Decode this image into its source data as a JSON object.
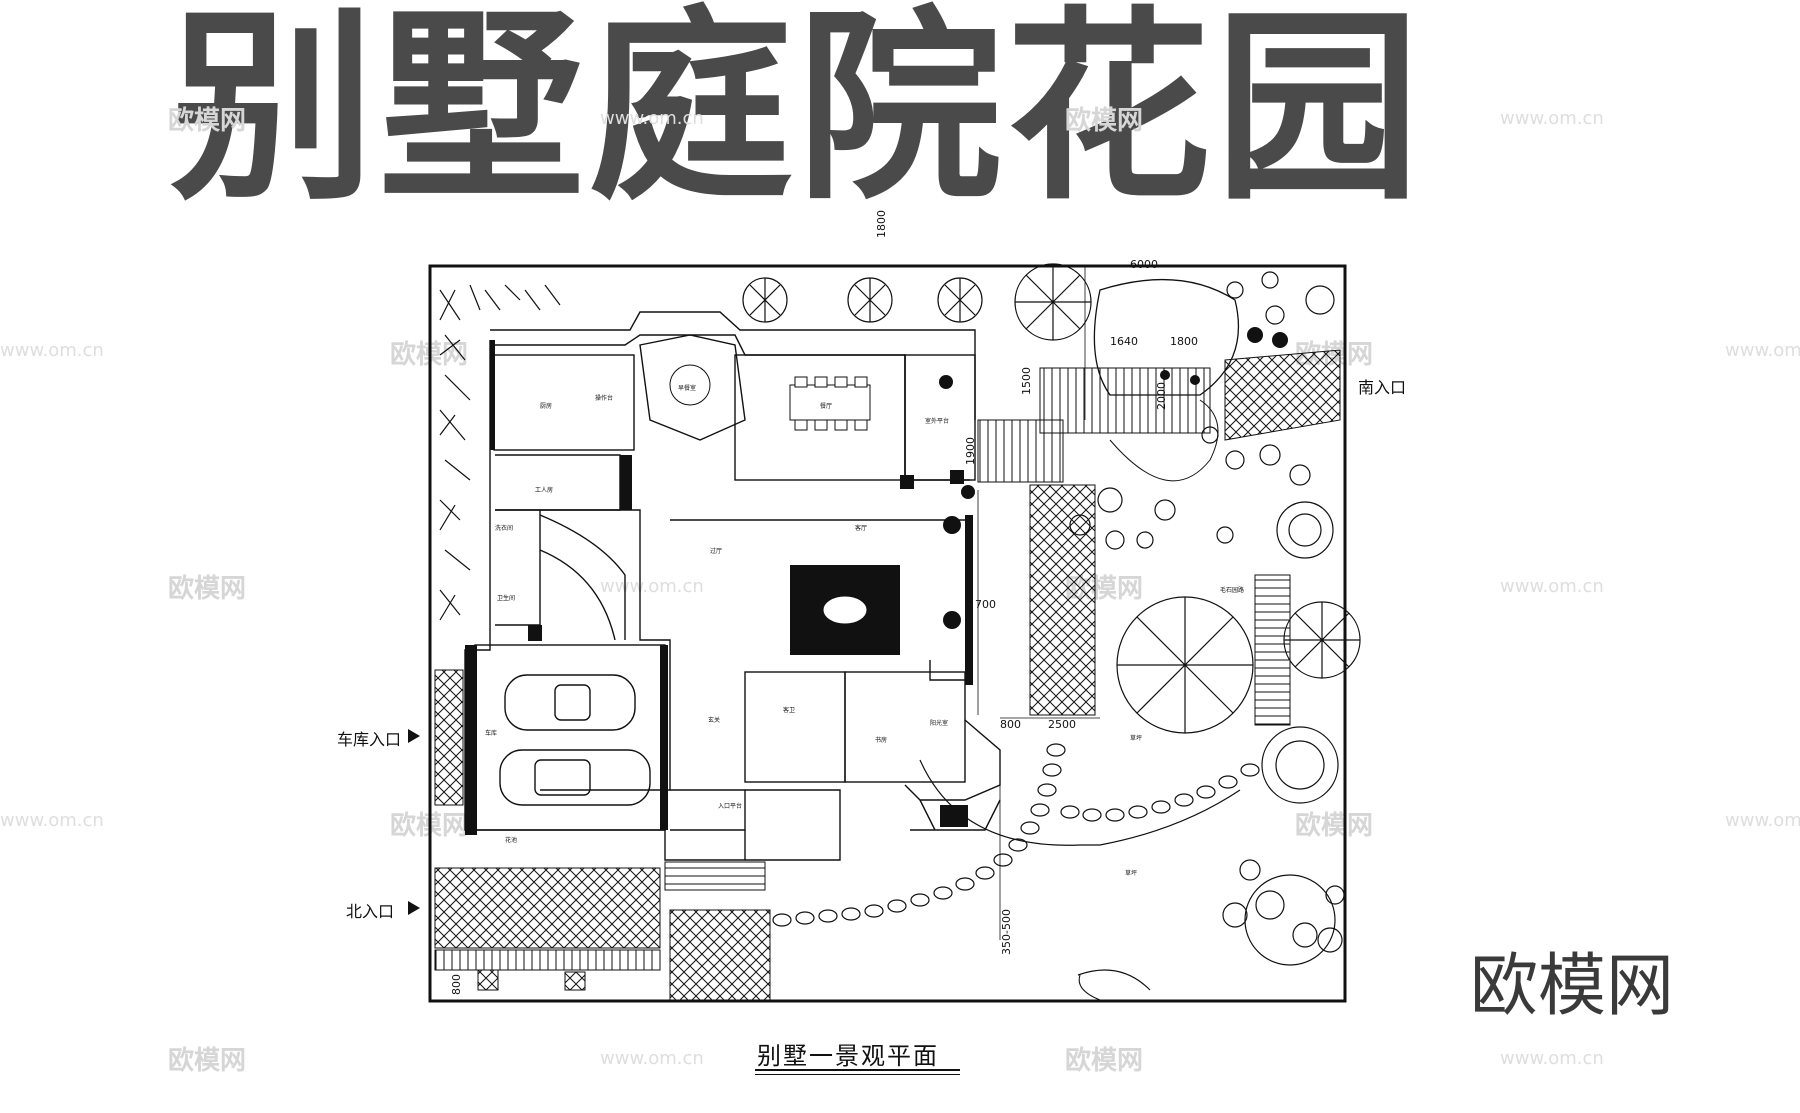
{
  "title": "别墅庭院花园",
  "caption": "别墅一景观平面",
  "brand": "欧模网",
  "watermark": {
    "text": "欧模网",
    "url": "www.om.cn"
  },
  "entrances": {
    "south": "南入口",
    "garage": "车库入口",
    "north": "北入口"
  },
  "dimensions": {
    "d1800": "1800",
    "d1500": "1500",
    "d1900": "1900",
    "d700": "700",
    "d2500": "2500",
    "d800a": "800",
    "d800b": "800",
    "d350": "350-500",
    "d1640": "1640",
    "d1800b": "1800",
    "d2000": "2000",
    "d6000": "6000"
  },
  "rooms": {
    "kitchen": "厨房",
    "ops": "操作台",
    "breakfast": "早餐室",
    "dining": "餐厅",
    "outdoor": "室外平台",
    "servant": "工人房",
    "wash": "洗衣间",
    "bath": "卫生间",
    "hall": "过厅",
    "living": "客厅",
    "garage": "车库",
    "foyer": "玄关",
    "guestbath": "客卫",
    "study": "书房",
    "sunroom": "阳光室",
    "platform": "入口平台",
    "lawn": "草坪",
    "flower": "花池",
    "stone": "毛石园路"
  },
  "colors": {
    "title": "#4a4a4a",
    "line": "#111111",
    "watermark": "#d6d6d6"
  }
}
